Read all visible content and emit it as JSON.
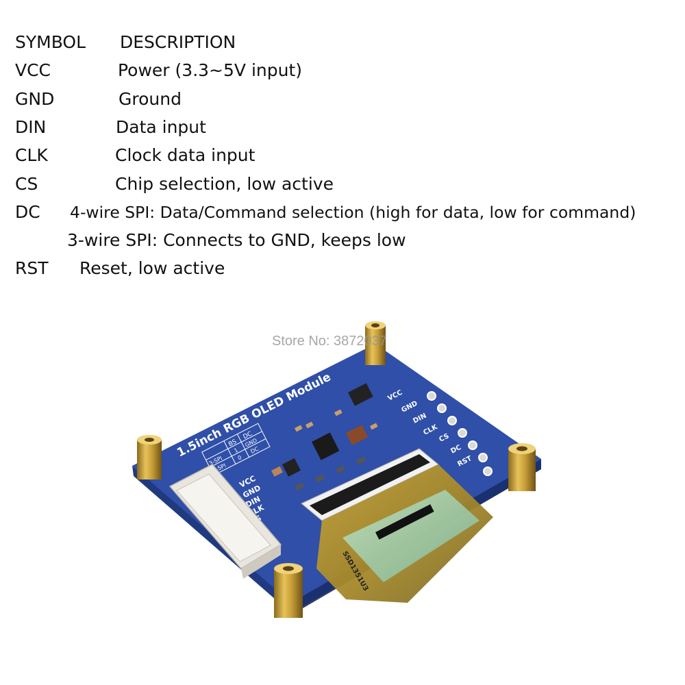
{
  "pin_table": {
    "header": {
      "symbol": "SYMBOL",
      "description": "DESCRIPTION"
    },
    "rows": [
      {
        "symbol": "VCC",
        "description": "Power (3.3~5V input)"
      },
      {
        "symbol": "GND",
        "description": "Ground"
      },
      {
        "symbol": "DIN",
        "description": "Data input"
      },
      {
        "symbol": "CLK",
        "description": "Clock data input"
      },
      {
        "symbol": "CS",
        "description": "Chip selection, low active"
      },
      {
        "symbol": "DC",
        "description": "4-wire SPI: Data/Command selection (high for data, low for command)",
        "description_2": "3-wire SPI: Connects to GND, keeps low"
      },
      {
        "symbol": "RST",
        "description": "Reset, low active"
      }
    ]
  },
  "board": {
    "title": "1.5inch RGB OLED Module",
    "pin_labels": [
      "VCC",
      "GND",
      "DIN",
      "CLK",
      "CS",
      "DC",
      "RST"
    ],
    "bs_table": {
      "h1": "BS",
      "h2": "DC",
      "r1": [
        "3-SPI",
        "1",
        "GND"
      ],
      "r2": [
        "4-SPI",
        "0",
        "DC"
      ]
    },
    "chip_label": "SSD1351U3",
    "pcb_color": "#2f4fa8"
  },
  "watermark": "Store No: 3872037"
}
